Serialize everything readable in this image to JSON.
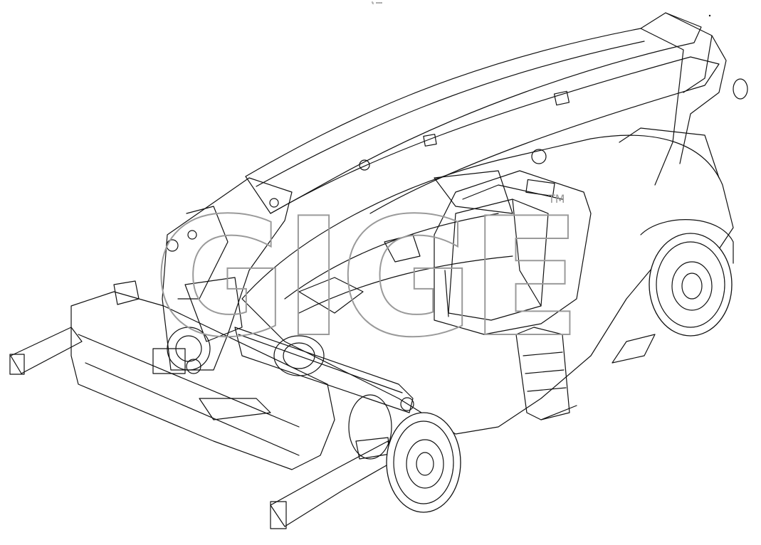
{
  "figure": {
    "top_mark": "% ===",
    "watermark_text": "GIGE",
    "trademark": "TM",
    "colors": {
      "line": "#111111",
      "watermark": "#9a9a9a",
      "background": "#ffffff"
    },
    "subject": "reach-stacker-chassis-line-drawing"
  }
}
